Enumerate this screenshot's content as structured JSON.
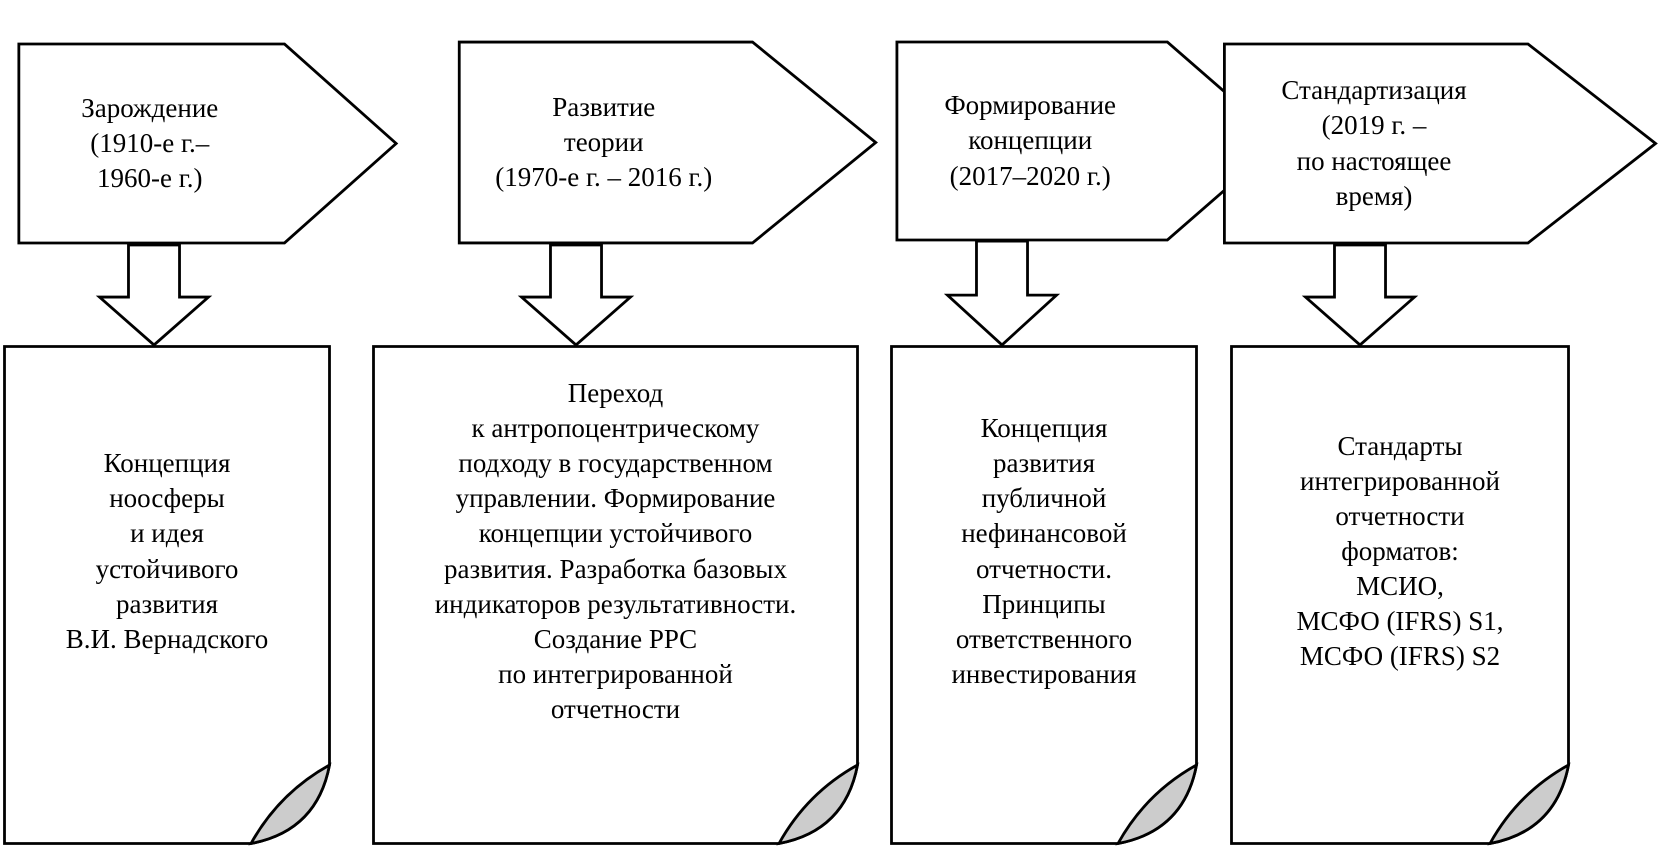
{
  "figure": {
    "background": "#ffffff",
    "shape_fill": "#ffffff",
    "stroke_color": "#000000",
    "fold_color": "#cccccc",
    "text_color": "#000000"
  },
  "stages": [
    {
      "header": "Зарождение\n(1910-е г.–\n1960-е г.)",
      "body": "Концепция\nноосферы\nи идея\nустойчивого\nразвития\nВ.И. Вернадского"
    },
    {
      "header": "Развитие\nтеории\n(1970-е г. – 2016 г.)",
      "body": "Переход\nк антропоцентрическому\nподходу в государственном\nуправлении. Формирование\nконцепции устойчивого\nразвития. Разработка базовых\nиндикаторов результативности.\nСоздание РРС\nпо интегрированной\nотчетности"
    },
    {
      "header": "Формирование\nконцепции\n(2017–2020 г.)",
      "body": "Концепция\nразвития\nпубличной\nнефинансовой\nотчетности.\nПринципы\nответственного\nинвестирования"
    },
    {
      "header": "Стандартизация\n(2019 г. –\nпо настоящее\nвремя)",
      "body": "Стандарты\nинтегрированной\nотчетности\nформатов:\nМСИО,\nМСФО (IFRS) S1,\nМСФО (IFRS) S2"
    }
  ]
}
